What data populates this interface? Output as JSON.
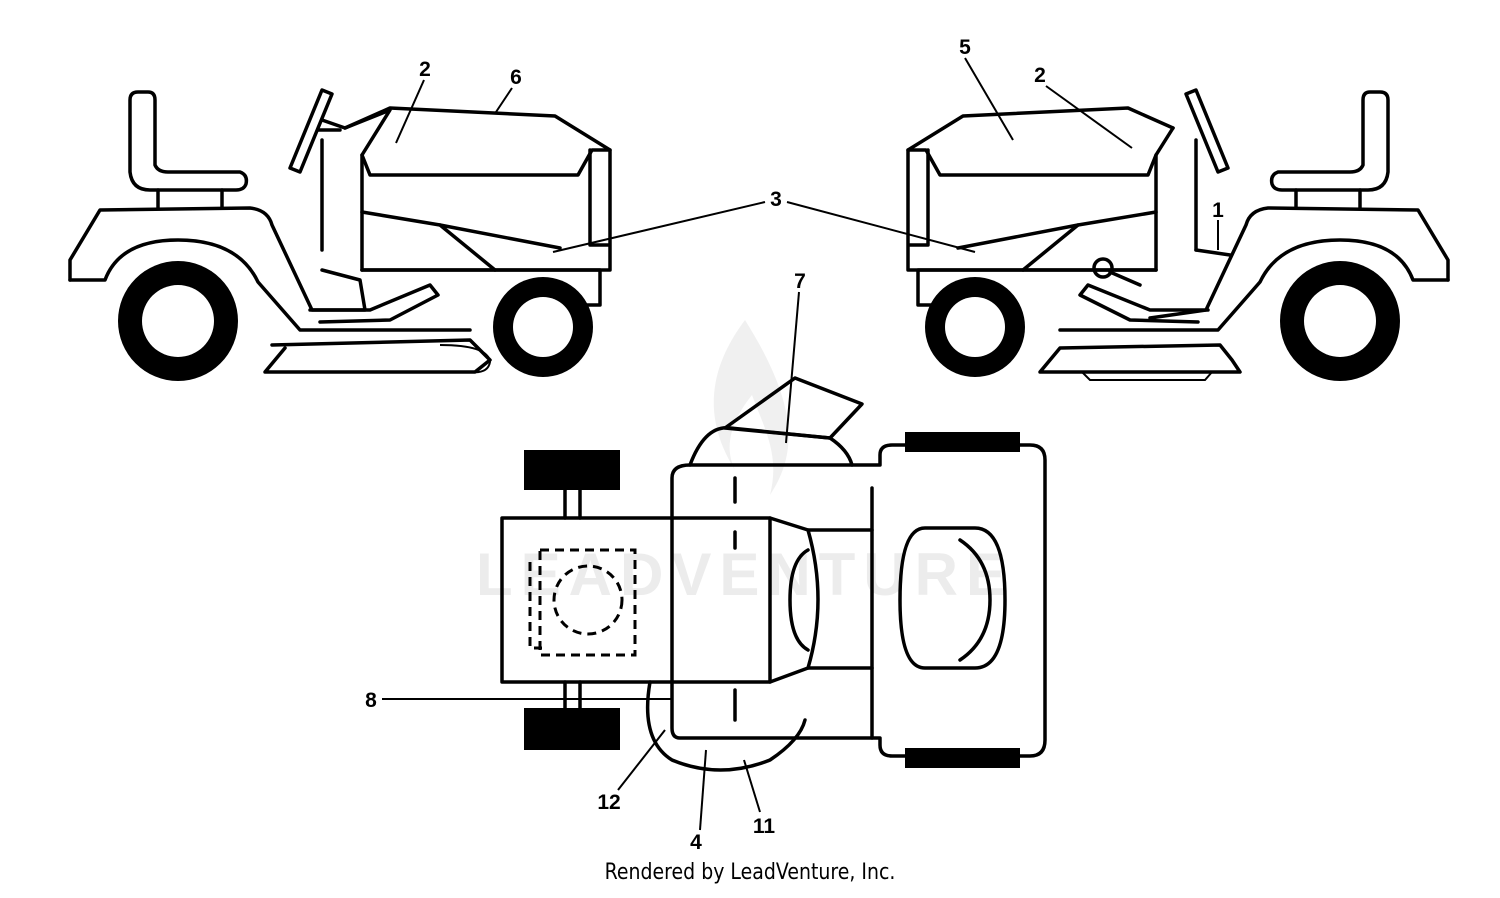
{
  "labels": {
    "left_2": "2",
    "left_6": "6",
    "center_3": "3",
    "right_5": "5",
    "right_2": "2",
    "right_1": "1",
    "top_7": "7",
    "top_8": "8",
    "top_12": "12",
    "top_4": "4",
    "top_11": "11"
  },
  "watermark": "LEADVENTURE",
  "footer_credit": "Rendered by LeadVenture, Inc."
}
